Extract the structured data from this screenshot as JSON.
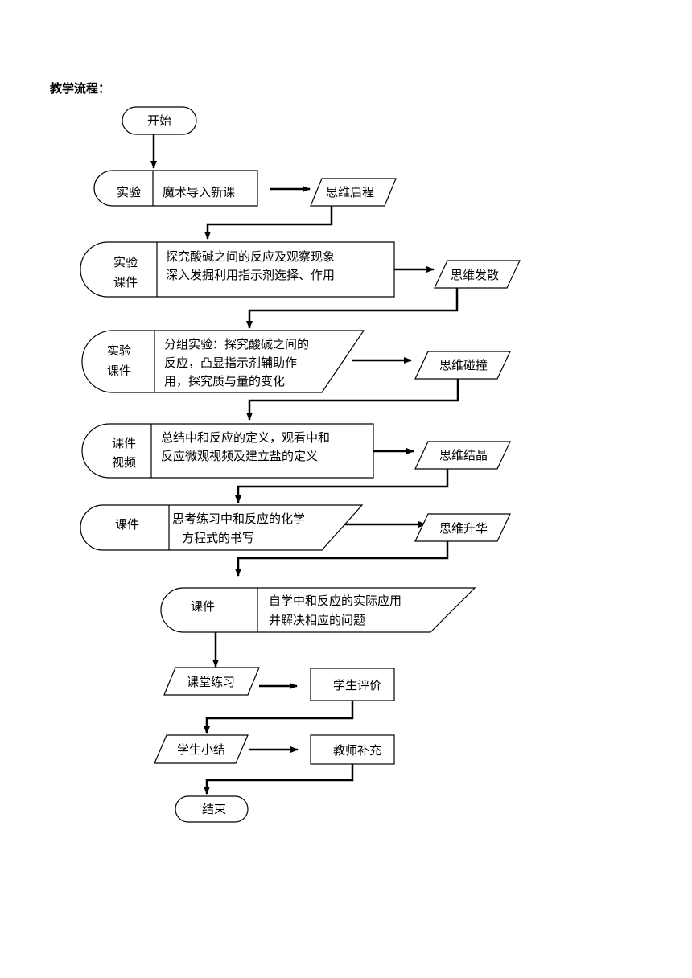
{
  "page": {
    "title": "教学流程："
  },
  "flow": {
    "start": "开始",
    "end": "结束",
    "step1": {
      "tag": "实验",
      "body": [
        "魔术导入新课"
      ],
      "result": "思维启程"
    },
    "step2": {
      "tag": [
        "实验",
        "课件"
      ],
      "body": [
        "探究酸碱之间的反应及观察现象",
        "深入发掘利用指示剂选择、作用"
      ],
      "result": "思维发散"
    },
    "step3": {
      "tag": [
        "实验",
        "课件"
      ],
      "body": [
        "分组实验：探究酸碱之间的",
        "反应，凸显指示剂辅助作",
        "用，探究质与量的变化"
      ],
      "result": "思维碰撞"
    },
    "step4": {
      "tag": [
        "课件",
        "视频"
      ],
      "body": [
        "总结中和反应的定义，观看中和",
        "反应微观视频及建立盐的定义"
      ],
      "result": "思维结晶"
    },
    "step5": {
      "tag": "课件",
      "body": [
        "思考练习中和反应的化学",
        "方程式的书写"
      ],
      "result": "思维升华"
    },
    "step6": {
      "tag": "课件",
      "body": [
        "自学中和反应的实际应用",
        "并解决相应的问题"
      ]
    },
    "practice": {
      "left": "课堂练习",
      "right": "学生评价"
    },
    "summary": {
      "left": "学生小结",
      "right": "教师补充"
    }
  }
}
